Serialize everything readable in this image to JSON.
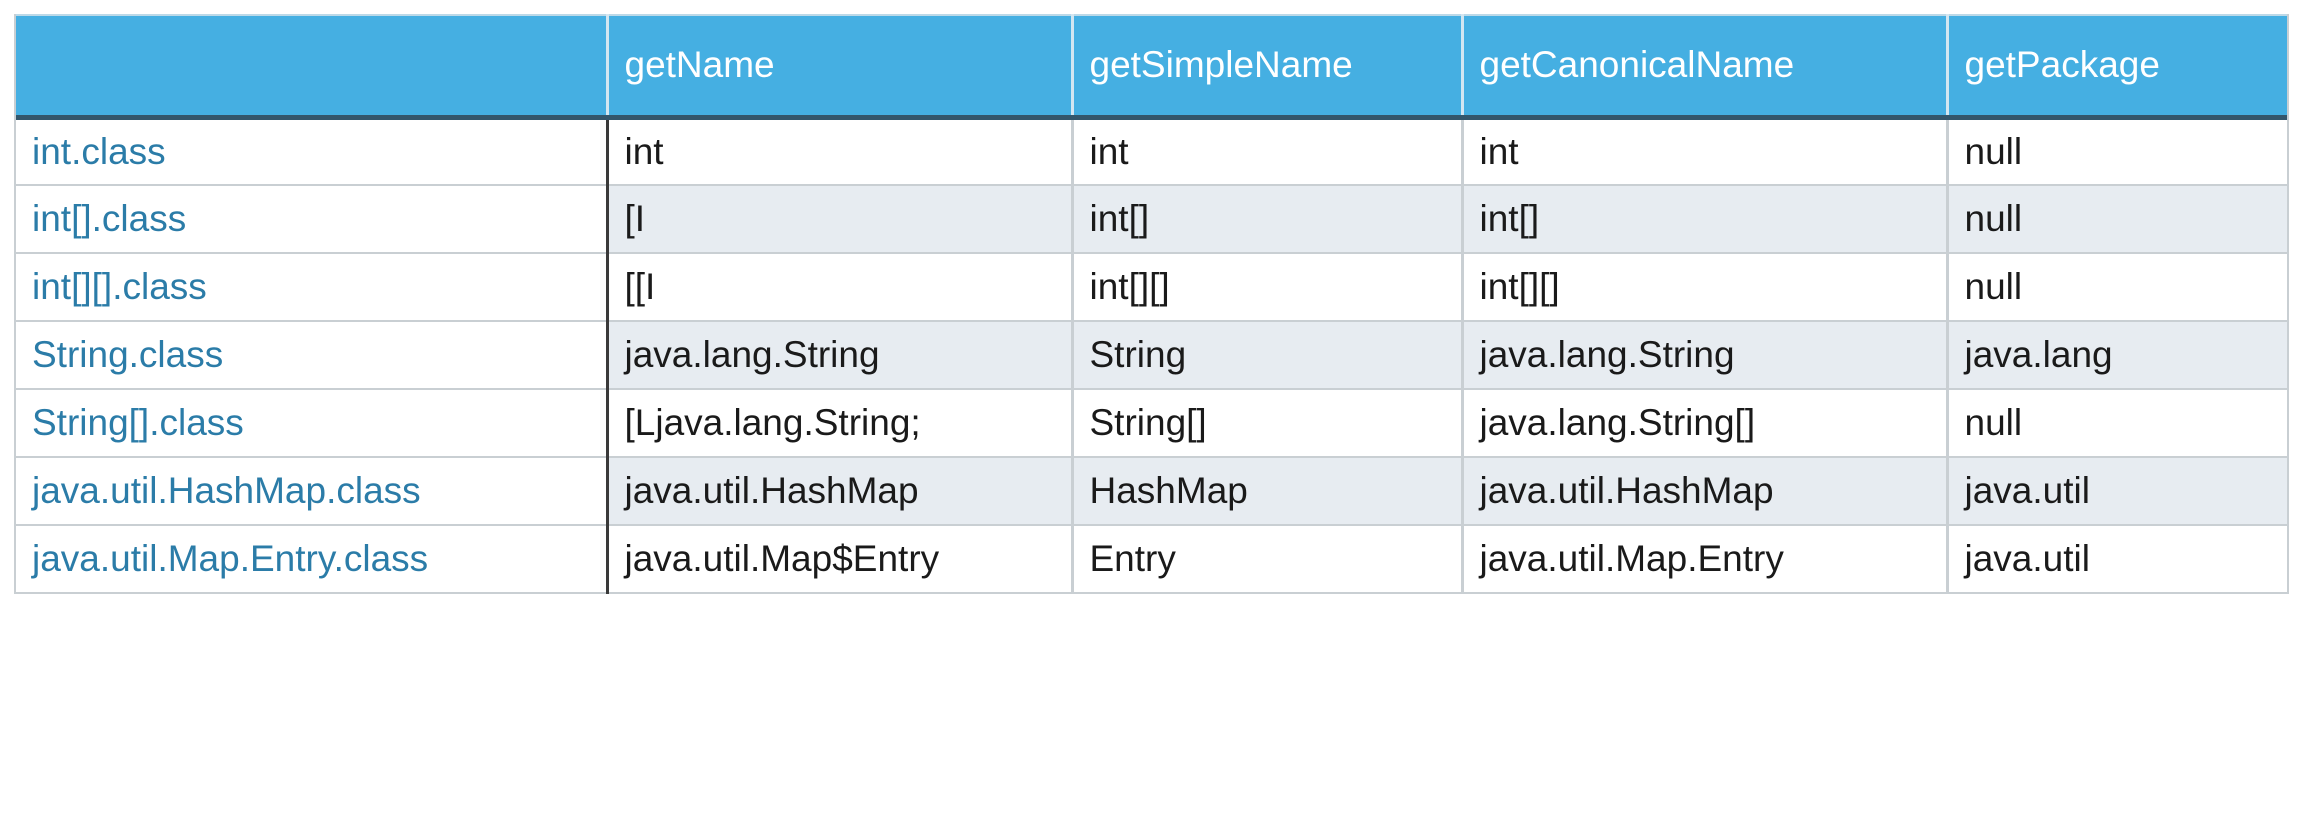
{
  "table": {
    "columns": [
      {
        "key": "expression",
        "label": ""
      },
      {
        "key": "getName",
        "label": "getName"
      },
      {
        "key": "getSimpleName",
        "label": "getSimpleName"
      },
      {
        "key": "getCanonicalName",
        "label": "getCanonicalName"
      },
      {
        "key": "getPackage",
        "label": "getPackage"
      }
    ],
    "rows": [
      {
        "expression": "int.class",
        "getName": "int",
        "getSimpleName": "int",
        "getCanonicalName": "int",
        "getPackage": "null"
      },
      {
        "expression": "int[].class",
        "getName": "[I",
        "getSimpleName": "int[]",
        "getCanonicalName": "int[]",
        "getPackage": "null"
      },
      {
        "expression": "int[][].class",
        "getName": "[[I",
        "getSimpleName": "int[][]",
        "getCanonicalName": "int[][]",
        "getPackage": "null"
      },
      {
        "expression": "String.class",
        "getName": "java.lang.String",
        "getSimpleName": "String",
        "getCanonicalName": "java.lang.String",
        "getPackage": "java.lang"
      },
      {
        "expression": "String[].class",
        "getName": "[Ljava.lang.String;",
        "getSimpleName": "String[]",
        "getCanonicalName": "java.lang.String[]",
        "getPackage": "null"
      },
      {
        "expression": "java.util.HashMap.class",
        "getName": "java.util.HashMap",
        "getSimpleName": "HashMap",
        "getCanonicalName": "java.util.HashMap",
        "getPackage": "java.util"
      },
      {
        "expression": "java.util.Map.Entry.class",
        "getName": "java.util.Map$Entry",
        "getSimpleName": "Entry",
        "getCanonicalName": "java.util.Map.Entry",
        "getPackage": "java.util"
      }
    ]
  },
  "colors": {
    "header_background": "#45AFE2",
    "header_text": "#FFFFFF",
    "header_bottom_rule": "#33566B",
    "row_label_text": "#2B7CA8",
    "zebra_row_background": "#E7ECF1",
    "cell_border": "#C9CFD3",
    "label_column_rule": "#3A3A3A",
    "cell_text": "#1A1A1A"
  }
}
